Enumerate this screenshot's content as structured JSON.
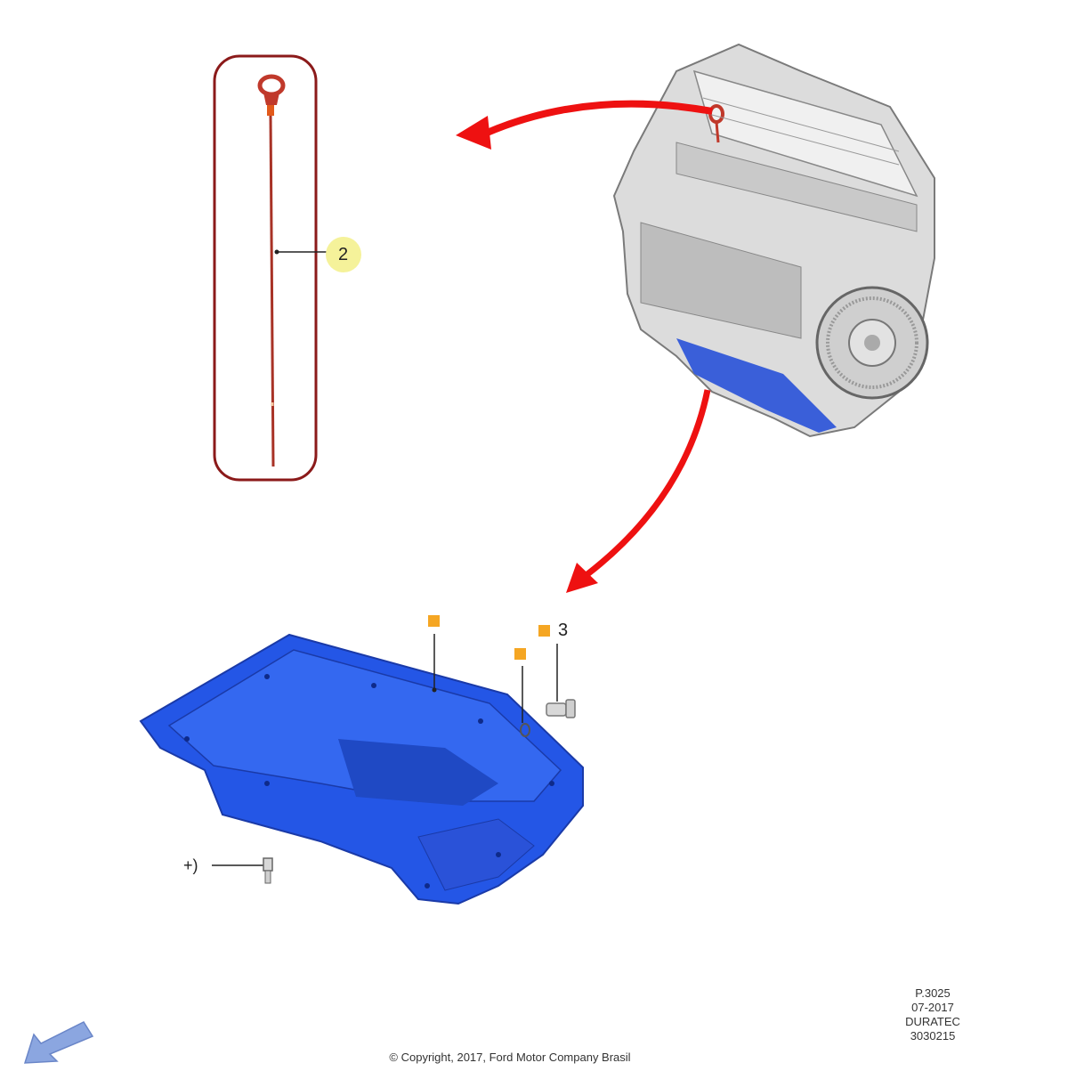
{
  "callouts": {
    "dipstick_number": "2",
    "drain_plug_number": "3",
    "oil_pan_bolt_mark": "+)"
  },
  "footer": {
    "page_ref": "P.3025",
    "date": "07-2017",
    "engine": "DURATEC",
    "part_code": "3030215",
    "copyright": "© Copyright, 2017, Ford Motor Company Brasil"
  },
  "colors": {
    "frame": "#8b1a1a",
    "dipstick": "#c0392b",
    "arrow": "#ee1111",
    "oil_pan": "#2456e6",
    "marker": "#f5a623",
    "highlight": "#f5f29a",
    "back_arrow": "#8ba6e0"
  },
  "icons": {
    "back": "back-arrow-icon"
  }
}
